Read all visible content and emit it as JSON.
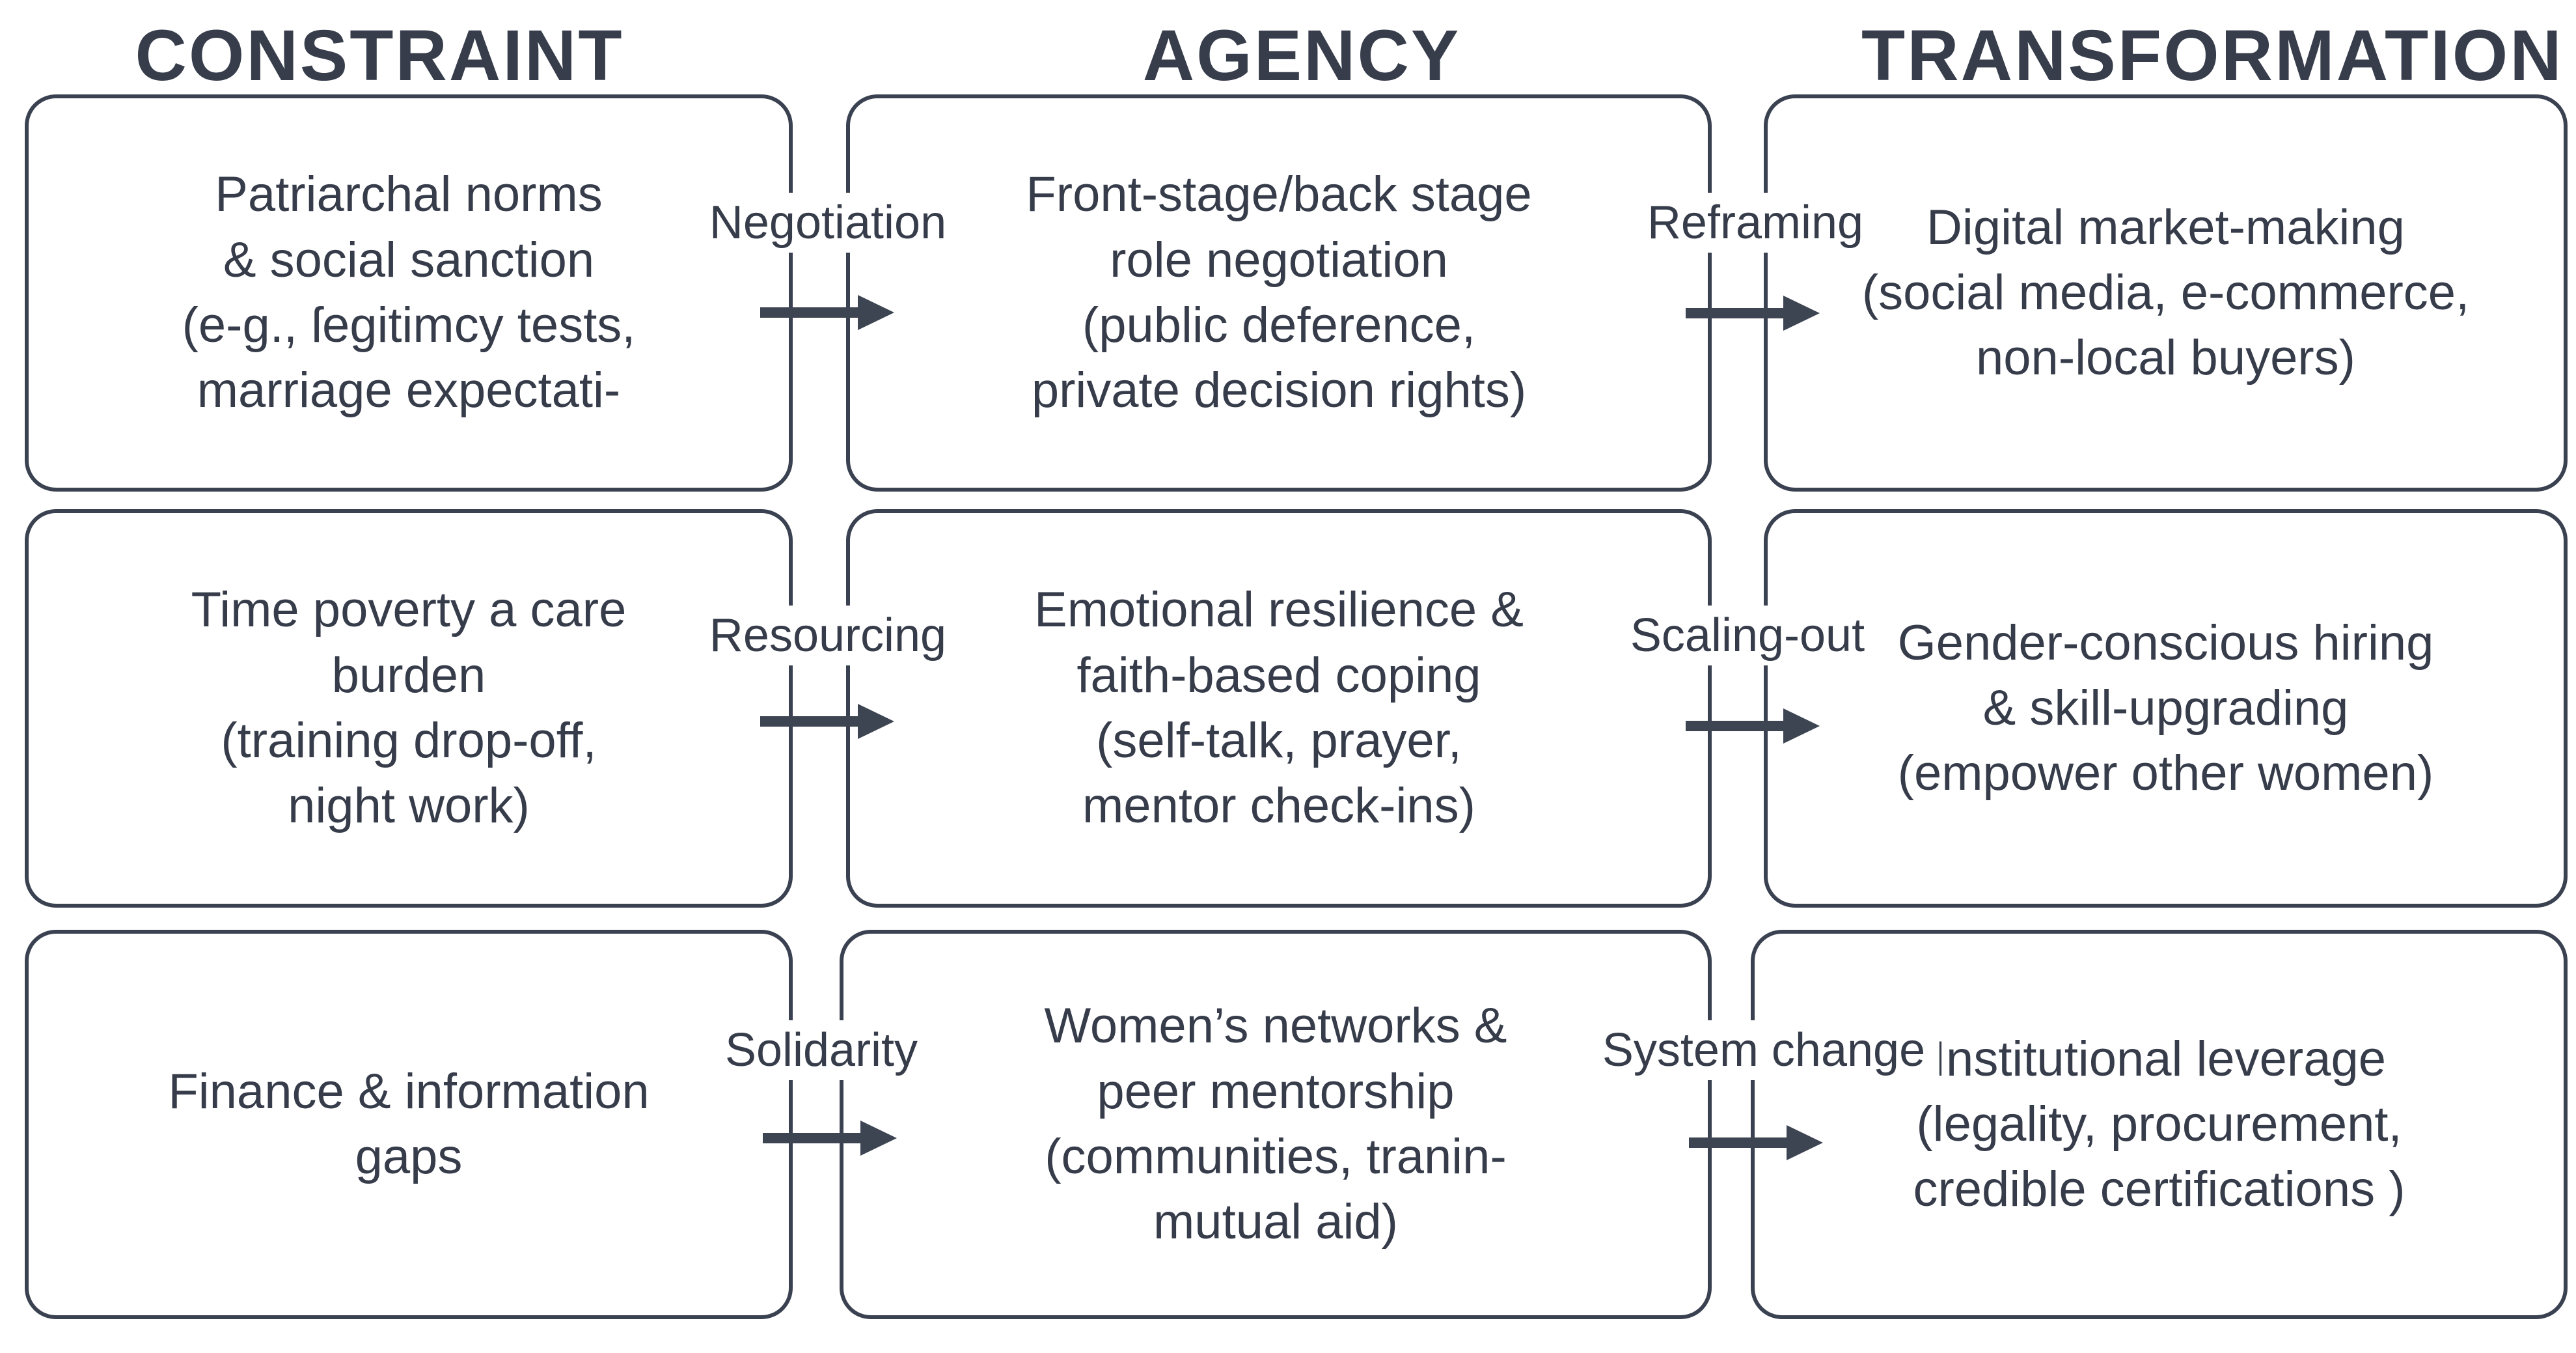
{
  "title_row": {
    "constraint": "CONSTRAINT",
    "agency": "AGENCY",
    "transformation": "TRANSFORMATION"
  },
  "rows": [
    {
      "constraint": "Patriarchal norms\n& social sanction\n(e-g., ſegitimcy tests,\nmarriage expectati-",
      "mechanism_left": "Negotiation",
      "agency": "Front-stage/back stage\nrole negotiation\n(public deference,\nprivate decision rights)",
      "mechanism_right": "Reframing",
      "transformation": "Digital market-making\n(social media, e-commerce,\nnon-local buyers)"
    },
    {
      "constraint": "Time poverty a care\nburden\n(training drop-off,\nnight work)",
      "mechanism_left": "Resourcing",
      "agency": "Emotional resilience &\nfaith-based coping\n(self-talk, prayer,\nmentor check-ins)",
      "mechanism_right": "Scaling-out",
      "transformation": "Gender-conscious hiring\n& skill-upgrading\n(empower other women)"
    },
    {
      "constraint": "Finance & information\ngaps",
      "mechanism_left": "Solidarity",
      "agency": "Women’s networks &\npeer mentorship\n(communities, tranin-\nmutual aid)",
      "mechanism_right": "System change",
      "transformation": "Institutional leverage\n(legality, procurement,\ncredible certifications )"
    }
  ],
  "colors": {
    "ink": "#3a4150",
    "background": "#ffffff"
  }
}
